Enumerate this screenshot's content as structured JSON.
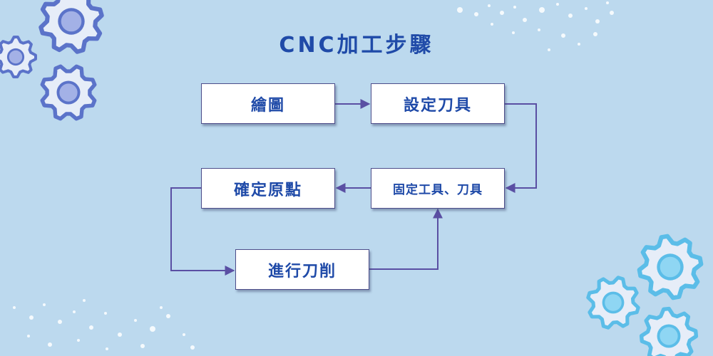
{
  "title": "CNC加工步驟",
  "steps": {
    "draw": "繪圖",
    "set_tool": "設定刀具",
    "fix_tool": "固定工具、刀具",
    "origin": "確定原點",
    "cut": "進行刀削"
  },
  "colors": {
    "background": "#bcd9ee",
    "title": "#1f4aa8",
    "arrow": "#5a4fa3",
    "gear_purple": "#5b73c9",
    "gear_blue": "#5bbde8"
  },
  "icons": [
    "gear-icon",
    "confetti-dots"
  ]
}
